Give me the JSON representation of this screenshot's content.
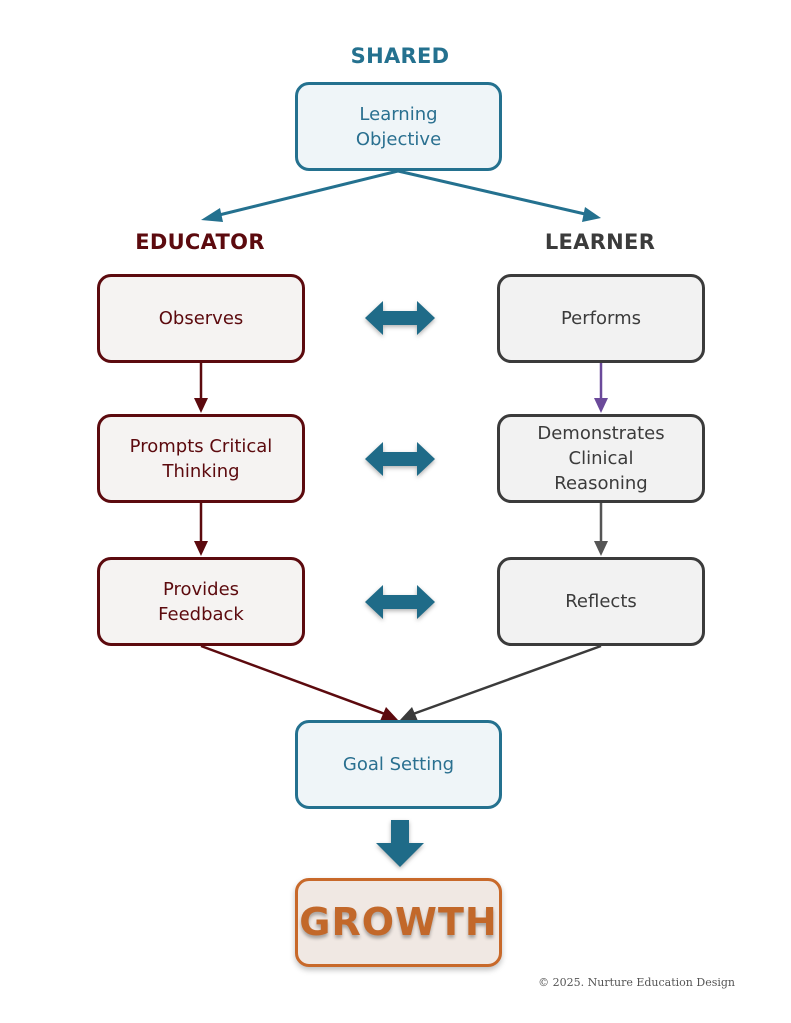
{
  "headings": {
    "shared": "SHARED",
    "educator": "EDUCATOR",
    "learner": "LEARNER"
  },
  "nodes": {
    "learning_objective": "Learning\nObjective",
    "observes": "Observes",
    "prompts": "Prompts Critical\nThinking",
    "feedback": "Provides\nFeedback",
    "performs": "Performs",
    "demonstrates": "Demonstrates\nClinical\nReasoning",
    "reflects": "Reflects",
    "goal_setting": "Goal Setting",
    "growth": "GROWTH"
  },
  "colors": {
    "shared": "#24718f",
    "educator": "#5c0a0e",
    "learner": "#3b3b3b",
    "learner_accent": "#6b4a9a",
    "growth": "#c8692a",
    "double_arrow": "#1f6b88"
  },
  "footer": "© 2025. Nurture Education Design"
}
